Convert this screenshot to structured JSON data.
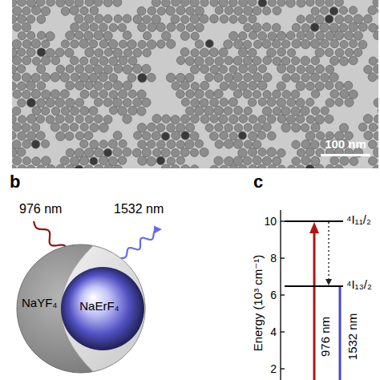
{
  "diagram": {
    "nodes": [
      {
        "text": [
          "NaYF₄"
        ]
      },
      {
        "text": [
          "NaErF₄"
        ],
        "in": 0
      },
      {
        "text": [
          "⁴I₁₁/₂"
        ]
      },
      {
        "text": [
          "⁴I₁₃/₂"
        ]
      }
    ],
    "edges": [
      {
        "from": 2,
        "to": 3,
        "arrow": "to"
      }
    ],
    "labels": [
      "100 nm",
      "b",
      "976 nm",
      "1532 nm",
      "c",
      "10",
      "8",
      "6",
      "4",
      "2",
      "Energy (10³ cm⁻¹)",
      "976 nm",
      "1532 nm"
    ]
  }
}
